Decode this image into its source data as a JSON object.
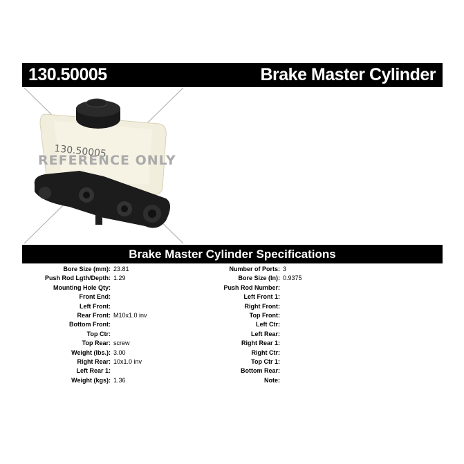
{
  "header": {
    "part_number": "130.50005",
    "product_name": "Brake Master Cylinder"
  },
  "watermark": "REFERENCE ONLY",
  "image_label": "130.50005",
  "specs_title": "Brake Master Cylinder Specifications",
  "specs_left": [
    {
      "label": "Bore Size (mm):",
      "value": "23.81"
    },
    {
      "label": "Push Rod Lgth/Depth:",
      "value": "1.29"
    },
    {
      "label": "Mounting Hole Qty:",
      "value": ""
    },
    {
      "label": "Front End:",
      "value": ""
    },
    {
      "label": "Left Front:",
      "value": ""
    },
    {
      "label": "Rear Front:",
      "value": "M10x1.0 inv"
    },
    {
      "label": "Bottom Front:",
      "value": ""
    },
    {
      "label": "Top Ctr:",
      "value": ""
    },
    {
      "label": "Top Rear:",
      "value": "screw"
    },
    {
      "label": "Weight (lbs.):",
      "value": "3.00"
    },
    {
      "label": "Right Rear:",
      "value": "10x1.0 inv"
    },
    {
      "label": "Left Rear 1:",
      "value": ""
    },
    {
      "label": "Weight (kgs):",
      "value": "1.36"
    }
  ],
  "specs_right": [
    {
      "label": "Number of Ports:",
      "value": "3"
    },
    {
      "label": "Bore Size (In):",
      "value": "0.9375"
    },
    {
      "label": "Push Rod Number:",
      "value": ""
    },
    {
      "label": "Left Front 1:",
      "value": ""
    },
    {
      "label": "Right Front:",
      "value": ""
    },
    {
      "label": "Top Front:",
      "value": ""
    },
    {
      "label": "Left Ctr:",
      "value": ""
    },
    {
      "label": "Left Rear:",
      "value": ""
    },
    {
      "label": "Right Rear 1:",
      "value": ""
    },
    {
      "label": "Right Ctr:",
      "value": ""
    },
    {
      "label": "Top Ctr 1:",
      "value": ""
    },
    {
      "label": "Bottom Rear:",
      "value": ""
    },
    {
      "label": "Note:",
      "value": ""
    }
  ]
}
